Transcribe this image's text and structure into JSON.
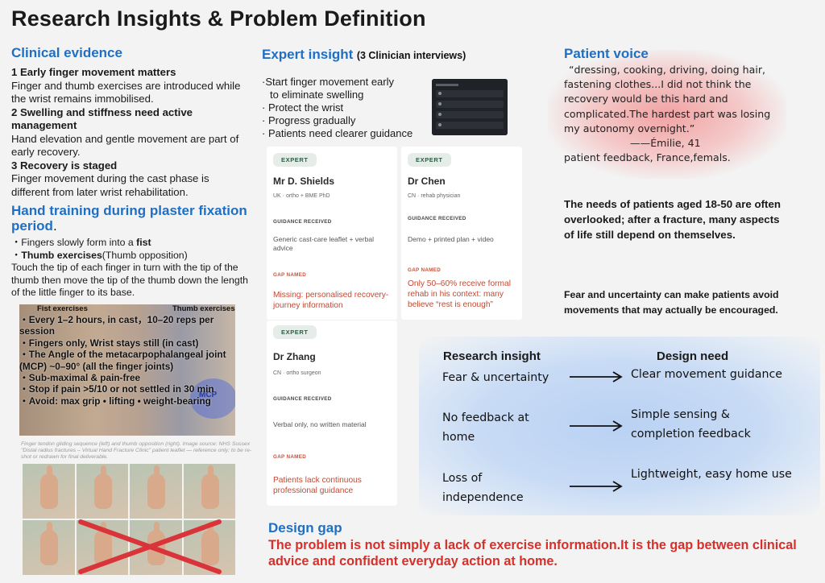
{
  "title": "Research Insights & Problem Definition",
  "clinical": {
    "heading": "Clinical evidence",
    "items": [
      {
        "head": "1 Early finger movement matters",
        "text": "Finger and thumb exercises are introduced while the wrist remains immobilised."
      },
      {
        "head": "2 Swelling and stiffness need active management",
        "text": "Hand elevation and gentle movement are part of early recovery."
      },
      {
        "head": "3 Recovery is staged",
        "text": "Finger movement during the cast phase is different from later wrist rehabilitation."
      }
    ]
  },
  "hand_training": {
    "heading": "Hand training during plaster fixation period",
    "heading_dot": ".",
    "bullet1_prefix": "・Fingers slowly form into a ",
    "bullet1_bold": "fist",
    "bullet2_prefix": "・",
    "bullet2_bold": "Thumb exercises",
    "bullet2_rest": "(Thumb opposition)",
    "description": "Touch the tip of each finger in turn with the tip of the thumb then move the tip of the thumb down the length of the little finger to its base.",
    "label_fist": "Fist  exercises",
    "label_thumb": "Thumb exercises",
    "photo_list": [
      "・Every 1–2 hours, in cast，10–20 reps per session",
      "・Fingers only, Wrist stays still (in cast)",
      "・The Angle of the metacarpophalangeal joint (MCP) ~0–90° (all the finger joints)",
      "・Sub-maximal & pain-free",
      "・Stop if pain >5/10 or not settled in 30 min",
      "・Avoid: max grip  •  lifting  •  weight-bearing"
    ],
    "mcp_label": "MCP",
    "caption": "Finger tendon gliding sequence (left) and thumb opposition (right). Image source: NHS Sussex \"Distal radius fractures – Virtual Hand Fracture Clinic\" patient leaflet — reference only; to be re-shot or redrawn for final deliverable."
  },
  "expert": {
    "heading": "Expert insight",
    "subheading": "(3 Clinician interviews)",
    "points": [
      "·Start finger movement early",
      "  to eliminate swelling",
      "· Protect the wrist",
      "· Progress gradually",
      "· Patients need clearer guidance"
    ],
    "cards": [
      {
        "chip": "EXPERT",
        "name": "Mr D. Shields",
        "role": "UK · ortho + BME PhD",
        "guidance_label": "GUIDANCE RECEIVED",
        "guidance": "Generic cast-care leaflet + verbal advice",
        "gap_label": "GAP NAMED",
        "gap": "Missing: personalised recovery-journey information"
      },
      {
        "chip": "EXPERT",
        "name": "Dr Chen",
        "role": "CN · rehab physician",
        "guidance_label": "GUIDANCE RECEIVED",
        "guidance": "Demo + printed plan + video",
        "gap_label": "GAP NAMED",
        "gap": "Only 50–60% receive formal rehab in his context: many believe “rest is enough”"
      },
      {
        "chip": "EXPERT",
        "name": "Dr Zhang",
        "role": "CN · ortho surgeon",
        "guidance_label": "GUIDANCE RECEIVED",
        "guidance": "Verbal only, no written material",
        "gap_label": "GAP NAMED",
        "gap": "Patients lack continuous professional guidance"
      }
    ]
  },
  "patient_voice": {
    "heading": "Patient voice",
    "quote": "“dressing, cooking, driving, doing hair, fastening clothes...I did not think the recovery would be this hard and complicated.The hardest part was losing my autonomy overnight.”",
    "attribution": "——Émilie, 41",
    "source": "patient feedback, France,femals.",
    "needs": "The needs of patients aged 18-50 are often overlooked; after a fracture, many aspects of life still depend on themselves.",
    "fear": "Fear and uncertainty can make patients avoid movements that may actually be encouraged."
  },
  "insight_table": {
    "header_left": "Research insight",
    "header_right": "Design need",
    "rows": [
      {
        "insight": "Fear & uncertainty",
        "need": "Clear movement guidance"
      },
      {
        "insight": "No feedback at home",
        "need": "Simple sensing & completion feedback"
      },
      {
        "insight": "Loss of independence",
        "need": "Lightweight, easy home use"
      }
    ]
  },
  "design_gap": {
    "heading": "Design gap",
    "text": "The problem is not simply a lack of exercise information.It is the gap between clinical advice and confident everyday action at home."
  },
  "colors": {
    "heading_blue": "#1f6fc4",
    "gap_red": "#d6302a",
    "card_gap": "#c24a32"
  }
}
